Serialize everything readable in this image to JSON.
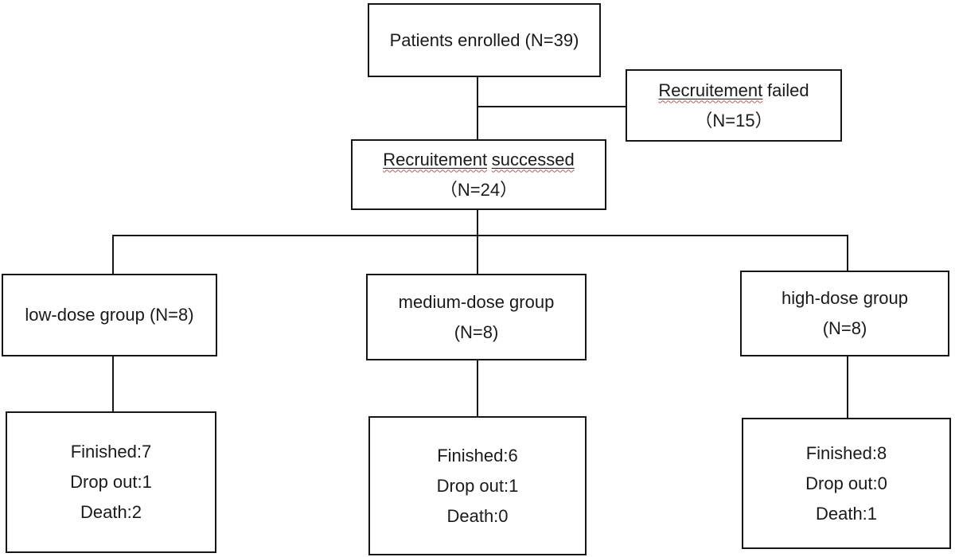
{
  "nodes": {
    "enrolled": {
      "label": "Patients enrolled (N=39)"
    },
    "failed": {
      "misspelled_word": "Recruitement",
      "rest": "failed",
      "count": "（N=15）"
    },
    "successed": {
      "word1": "Recruitement",
      "word2": "successed",
      "count": "（N=24）"
    },
    "low_group": {
      "label": "low-dose group (N=8)"
    },
    "medium_group": {
      "label": "medium-dose group",
      "count": "(N=8)"
    },
    "high_group": {
      "label": "high-dose group",
      "count": "(N=8)"
    },
    "low_outcome": {
      "finished": "Finished:7",
      "dropout": "Drop out:1",
      "death": "Death:2"
    },
    "medium_outcome": {
      "finished": "Finished:6",
      "dropout": "Drop out:1",
      "death": "Death:0"
    },
    "high_outcome": {
      "finished": "Finished:8",
      "dropout": "Drop out:0",
      "death": "Death:1"
    }
  },
  "style": {
    "line_color": "#161616",
    "text_color": "#1a1a1a",
    "spellcheck_squiggle_color": "#b05c5c",
    "background": "#ffffff"
  }
}
